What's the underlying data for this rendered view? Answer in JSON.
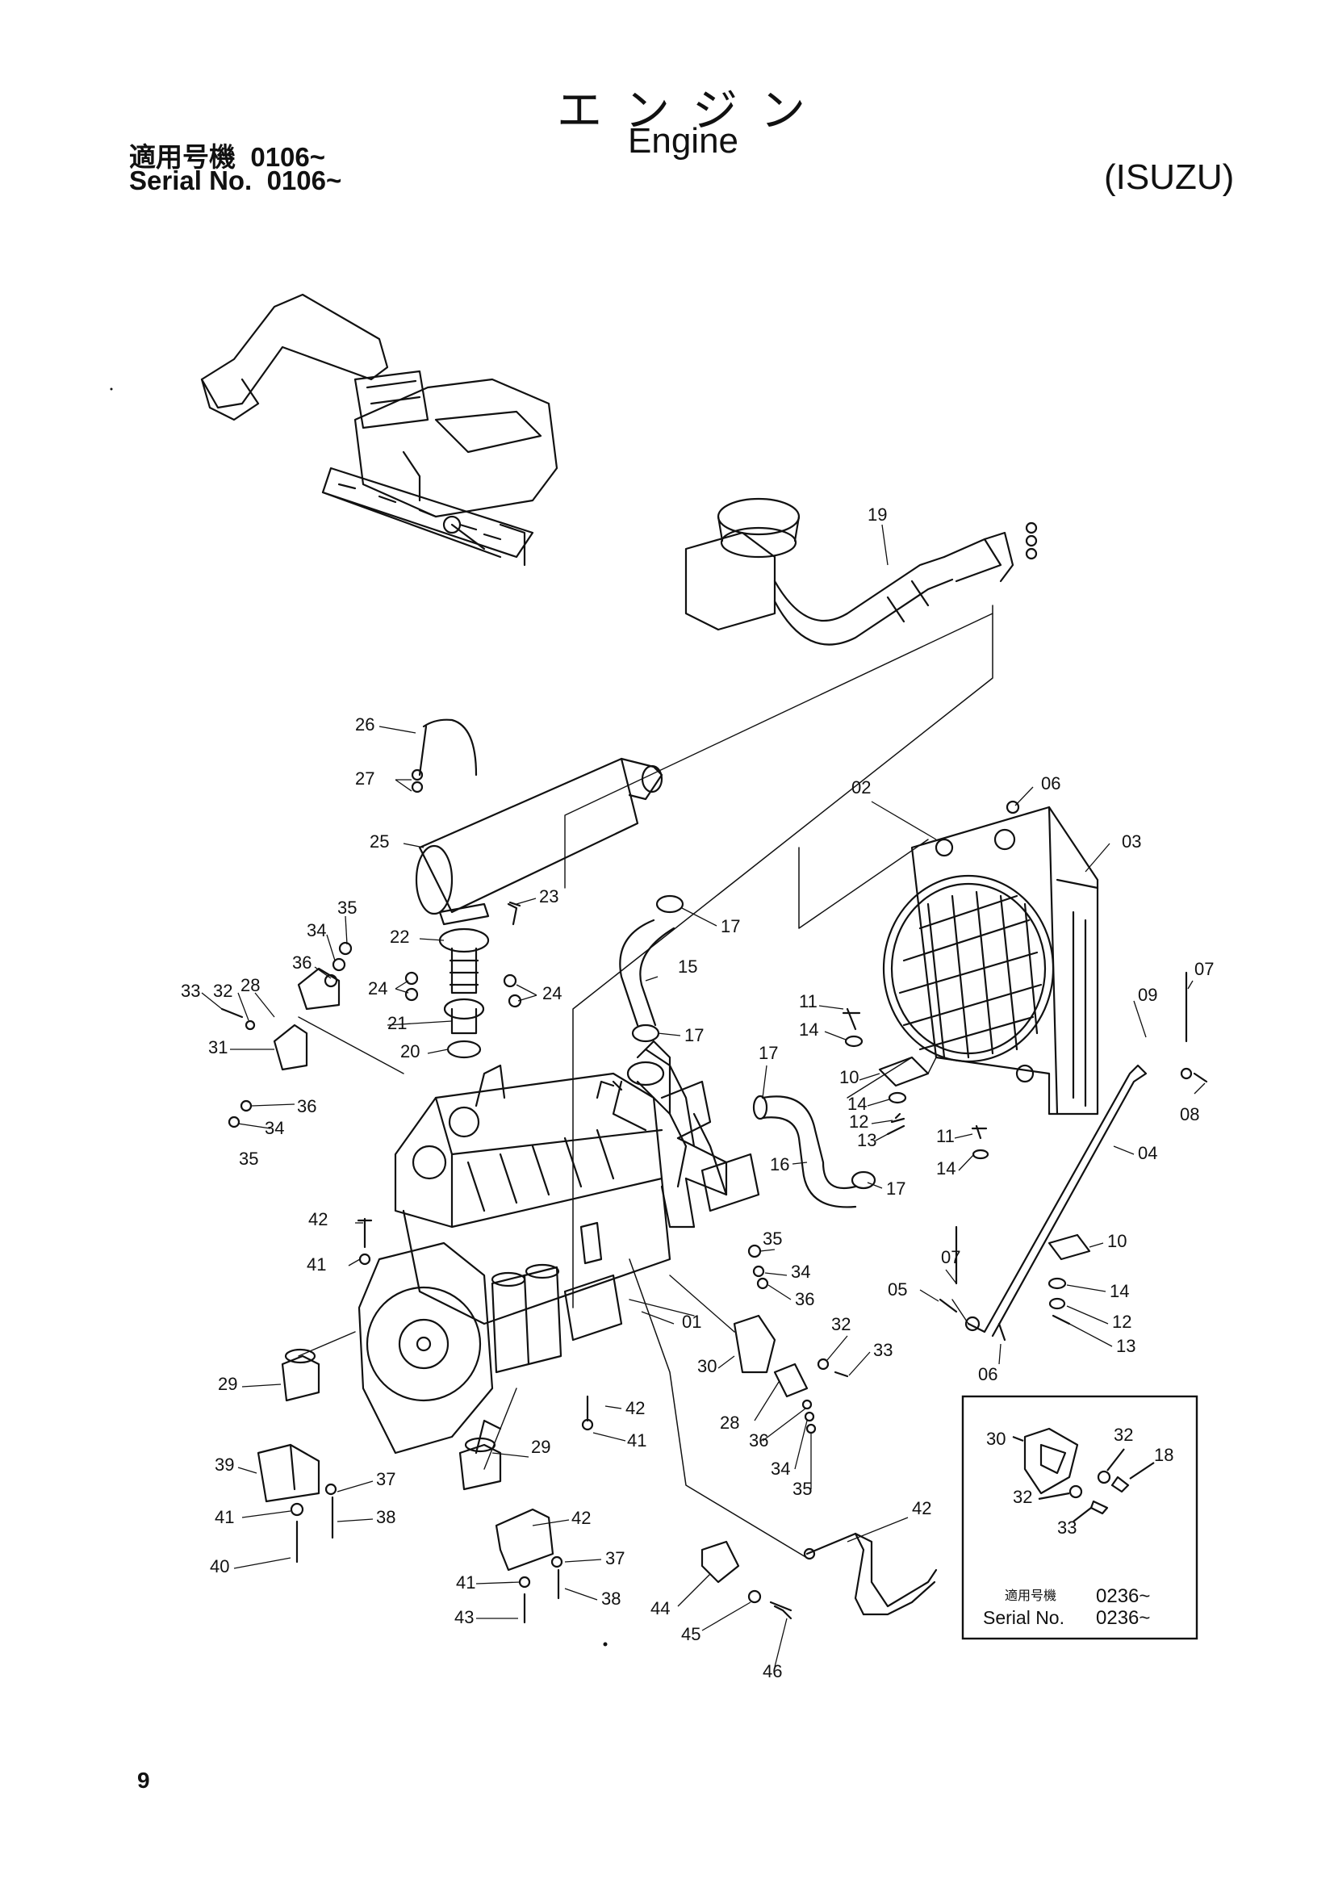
{
  "title": {
    "japanese": "エンジン",
    "english": "Engine"
  },
  "serial": {
    "row1_label": "適用号機",
    "row1_value": "0106~",
    "row2_label": "Serial No.",
    "row2_value": "0106~"
  },
  "maker": "(ISUZU)",
  "page_number": "9",
  "inset": {
    "serial_label_jp": "適用号機",
    "serial_value_jp": "0236~",
    "serial_label_en": "Serial No.",
    "serial_value_en": "0236~"
  },
  "part_labels": [
    {
      "id": "19"
    },
    {
      "id": "26"
    },
    {
      "id": "27"
    },
    {
      "id": "25"
    },
    {
      "id": "23"
    },
    {
      "id": "35"
    },
    {
      "id": "34"
    },
    {
      "id": "36"
    },
    {
      "id": "22"
    },
    {
      "id": "33"
    },
    {
      "id": "32"
    },
    {
      "id": "28"
    },
    {
      "id": "24"
    },
    {
      "id": "24"
    },
    {
      "id": "21"
    },
    {
      "id": "31"
    },
    {
      "id": "20"
    },
    {
      "id": "36"
    },
    {
      "id": "34"
    },
    {
      "id": "35"
    },
    {
      "id": "02"
    },
    {
      "id": "06"
    },
    {
      "id": "03"
    },
    {
      "id": "17"
    },
    {
      "id": "15"
    },
    {
      "id": "11"
    },
    {
      "id": "14"
    },
    {
      "id": "17"
    },
    {
      "id": "07"
    },
    {
      "id": "09"
    },
    {
      "id": "17"
    },
    {
      "id": "10"
    },
    {
      "id": "14"
    },
    {
      "id": "12"
    },
    {
      "id": "13"
    },
    {
      "id": "16"
    },
    {
      "id": "17"
    },
    {
      "id": "11"
    },
    {
      "id": "14"
    },
    {
      "id": "04"
    },
    {
      "id": "08"
    },
    {
      "id": "42"
    },
    {
      "id": "41"
    },
    {
      "id": "35"
    },
    {
      "id": "34"
    },
    {
      "id": "36"
    },
    {
      "id": "07"
    },
    {
      "id": "05"
    },
    {
      "id": "10"
    },
    {
      "id": "14"
    },
    {
      "id": "12"
    },
    {
      "id": "13"
    },
    {
      "id": "01"
    },
    {
      "id": "32"
    },
    {
      "id": "33"
    },
    {
      "id": "30"
    },
    {
      "id": "06"
    },
    {
      "id": "29"
    },
    {
      "id": "28"
    },
    {
      "id": "42"
    },
    {
      "id": "41"
    },
    {
      "id": "36"
    },
    {
      "id": "34"
    },
    {
      "id": "35"
    },
    {
      "id": "29"
    },
    {
      "id": "39"
    },
    {
      "id": "37"
    },
    {
      "id": "41"
    },
    {
      "id": "38"
    },
    {
      "id": "40"
    },
    {
      "id": "42"
    },
    {
      "id": "37"
    },
    {
      "id": "41"
    },
    {
      "id": "38"
    },
    {
      "id": "43"
    },
    {
      "id": "42"
    },
    {
      "id": "44"
    },
    {
      "id": "45"
    },
    {
      "id": "46"
    }
  ],
  "inset_labels": [
    {
      "id": "30"
    },
    {
      "id": "32"
    },
    {
      "id": "18"
    },
    {
      "id": "32"
    },
    {
      "id": "33"
    }
  ],
  "colors": {
    "ink": "#111111",
    "paper": "#ffffff"
  }
}
